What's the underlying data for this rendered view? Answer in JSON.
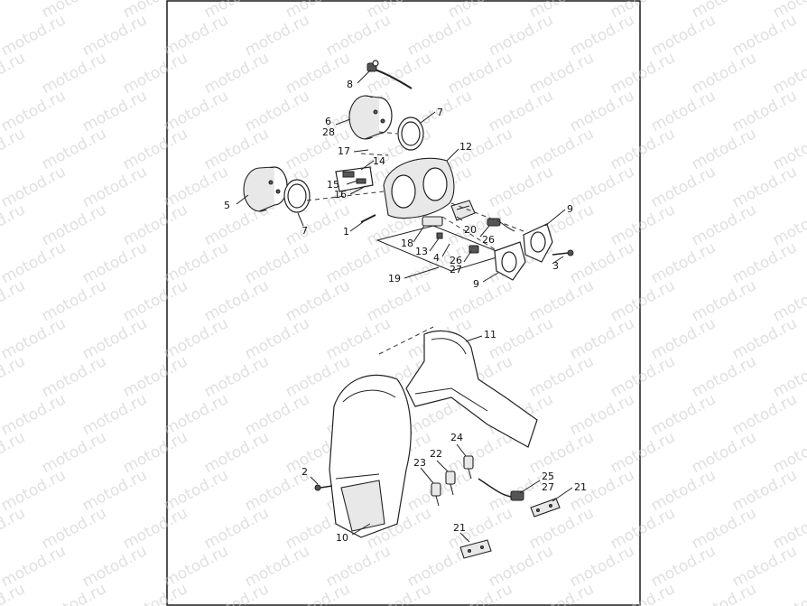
{
  "watermark": {
    "text": "motod.ru"
  },
  "callouts": [
    {
      "id": "c8",
      "text": "8"
    },
    {
      "id": "c6",
      "text": "6"
    },
    {
      "id": "c28",
      "text": "28"
    },
    {
      "id": "c7a",
      "text": "7"
    },
    {
      "id": "c17",
      "text": "17"
    },
    {
      "id": "c12",
      "text": "12"
    },
    {
      "id": "c14",
      "text": "14"
    },
    {
      "id": "c15",
      "text": "15"
    },
    {
      "id": "c16",
      "text": "16"
    },
    {
      "id": "c5",
      "text": "5"
    },
    {
      "id": "c7b",
      "text": "7"
    },
    {
      "id": "c1",
      "text": "1"
    },
    {
      "id": "c9a",
      "text": "9"
    },
    {
      "id": "c20",
      "text": "20"
    },
    {
      "id": "c26a",
      "text": "26"
    },
    {
      "id": "c18",
      "text": "18"
    },
    {
      "id": "c13",
      "text": "13"
    },
    {
      "id": "c4",
      "text": "4"
    },
    {
      "id": "c26b",
      "text": "26"
    },
    {
      "id": "c27a",
      "text": "27"
    },
    {
      "id": "c3",
      "text": "3"
    },
    {
      "id": "c19",
      "text": "19"
    },
    {
      "id": "c9b",
      "text": "9"
    },
    {
      "id": "c11",
      "text": "11"
    },
    {
      "id": "c24",
      "text": "24"
    },
    {
      "id": "c22",
      "text": "22"
    },
    {
      "id": "c23",
      "text": "23"
    },
    {
      "id": "c2",
      "text": "2"
    },
    {
      "id": "c25",
      "text": "25"
    },
    {
      "id": "c27b",
      "text": "27"
    },
    {
      "id": "c21a",
      "text": "21"
    },
    {
      "id": "c10",
      "text": "10"
    },
    {
      "id": "c21b",
      "text": "21"
    }
  ]
}
